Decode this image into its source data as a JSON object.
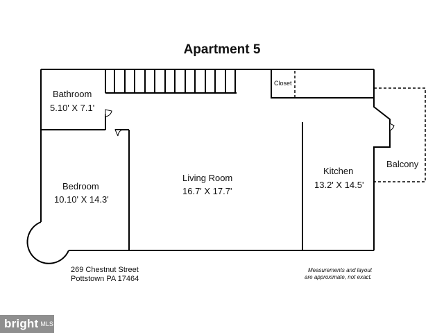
{
  "title": "Apartment 5",
  "rooms": {
    "bathroom": {
      "name": "Bathroom",
      "size": "5.10' X 7.1'"
    },
    "closet": {
      "name": "Closet"
    },
    "bedroom": {
      "name": "Bedroom",
      "size": "10.10' X 14.3'"
    },
    "living_room": {
      "name": "Living Room",
      "size": "16.7' X 17.7'"
    },
    "kitchen": {
      "name": "Kitchen",
      "size": "13.2' X 14.5'"
    },
    "balcony": {
      "name": "Balcony"
    }
  },
  "address": {
    "line1": "269 Chestnut Street",
    "line2": "Pottstown PA 17464"
  },
  "disclaimer": {
    "line1": "Measurements and layout",
    "line2": "are approximate, not exact."
  },
  "watermark": {
    "brand": "bright",
    "suffix": "MLS"
  }
}
